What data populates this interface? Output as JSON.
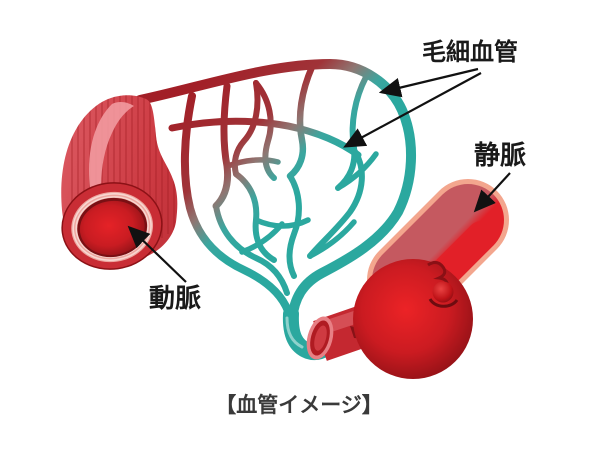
{
  "diagram": {
    "caption": "【血管イメージ】",
    "labels": {
      "capillary": "毛細血管",
      "vein": "静脈",
      "artery": "動脈"
    },
    "colors": {
      "background": "#ffffff",
      "label_text": "#1a1a1a",
      "caption_text": "#3a3a3a",
      "arrow": "#111111",
      "artery_red": "#c9333b",
      "artery_highlight": "#f29aa0",
      "artery_wall_pink": "#eda7a0",
      "capillary_arterial_red": "#a21f27",
      "capillary_venous_teal": "#2ba89f",
      "vein_red": "#c41a21",
      "vein_wall_salmon": "#f3a68e"
    }
  }
}
